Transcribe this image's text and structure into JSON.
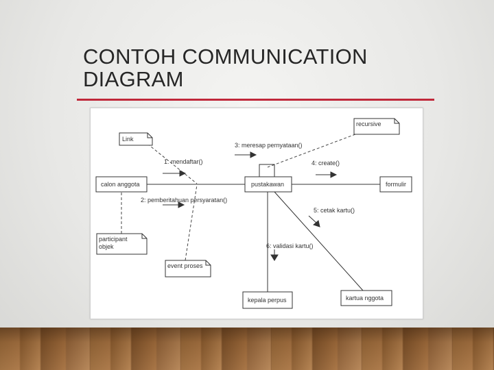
{
  "slide": {
    "title_line1": "CONTOH COMMUNICATION",
    "title_line2": "DIAGRAM"
  },
  "diagram": {
    "objects": {
      "calon": "calon anggota",
      "pustakawan": "pustakawan",
      "formulir": "formulir",
      "kepala": "kepala perpus",
      "kartu": "kartua nggota"
    },
    "notes": {
      "link": "Link",
      "recursive": "recursive",
      "participant_line1": "participant",
      "participant_line2": "objek",
      "event": "event proses"
    },
    "messages": {
      "m1": "1: mendaftar()",
      "m2": "2: pemberitahuan persyaratan()",
      "m3": "3: meresap pernyataan()",
      "m4": "4: create()",
      "m5": "5: cetak kartu()",
      "m6": "6: validasi kartu()"
    }
  },
  "colors": {
    "accent_rule": "#c0283a",
    "title_text": "#262626",
    "floor_wood": "#9a6a3a"
  }
}
